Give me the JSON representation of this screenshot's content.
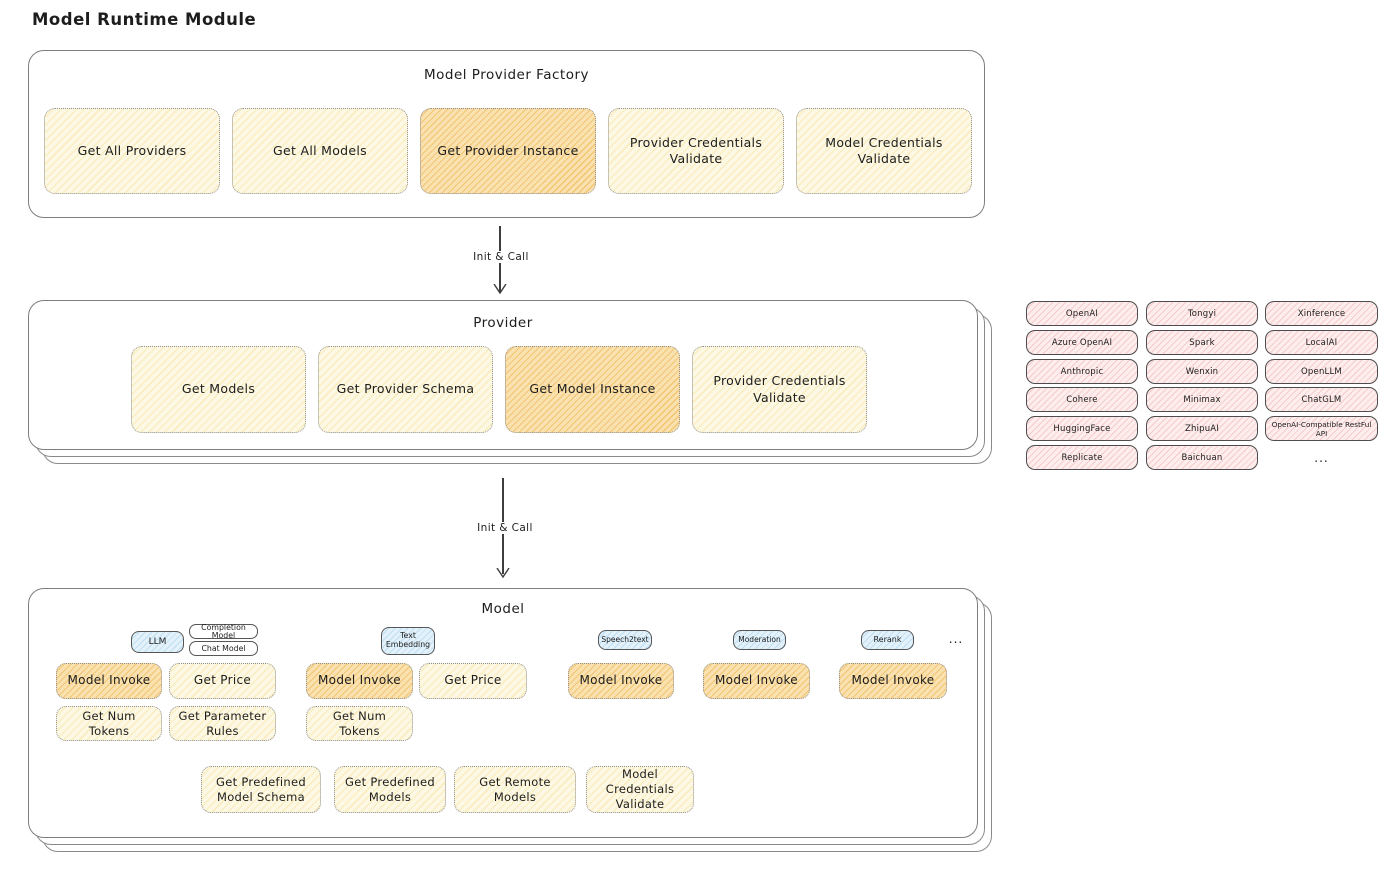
{
  "page": {
    "title": "Model Runtime Module"
  },
  "factory": {
    "title": "Model Provider Factory",
    "ops": [
      "Get All Providers",
      "Get All Models",
      "Get Provider Instance",
      "Provider Credentials Validate",
      "Model Credentials Validate"
    ]
  },
  "arrows": [
    {
      "label": "Init & Call"
    },
    {
      "label": "Init & Call"
    }
  ],
  "provider": {
    "title": "Provider",
    "ops": [
      "Get Models",
      "Get Provider Schema",
      "Get Model Instance",
      "Provider Credentials Validate"
    ]
  },
  "provider_list": [
    "OpenAI",
    "Tongyi",
    "Xinference",
    "Azure OpenAI",
    "Spark",
    "LocalAI",
    "Anthropic",
    "Wenxin",
    "OpenLLM",
    "Cohere",
    "Minimax",
    "ChatGLM",
    "HuggingFace",
    "ZhipuAI",
    "OpenAI-Compatible RestFul API",
    "Replicate",
    "Baichuan",
    "..."
  ],
  "model": {
    "title": "Model",
    "types": {
      "llm": "LLM",
      "completion": "Completion Model",
      "chat": "Chat Model",
      "text_embedding": "Text Embedding",
      "speech2text": "Speech2text",
      "moderation": "Moderation",
      "rerank": "Rerank",
      "more": "..."
    },
    "ops": {
      "model_invoke": "Model Invoke",
      "get_price": "Get Price",
      "get_num_tokens": "Get Num Tokens",
      "get_parameter_rules": "Get Parameter Rules",
      "get_predefined_model_schema": "Get Predefined Model Schema",
      "get_predefined_models": "Get Predefined Models",
      "get_remote_models": "Get Remote Models",
      "model_credentials_validate": "Model Credentials Validate"
    }
  },
  "colors": {
    "highlight_fill": "#f9e2b0",
    "op_fill": "#fdf8e3",
    "provider_fill": "#fdeded",
    "model_type_fill": "#e2f1fa",
    "box_border": "#7d7d7d",
    "text": "#1d1d1d"
  }
}
